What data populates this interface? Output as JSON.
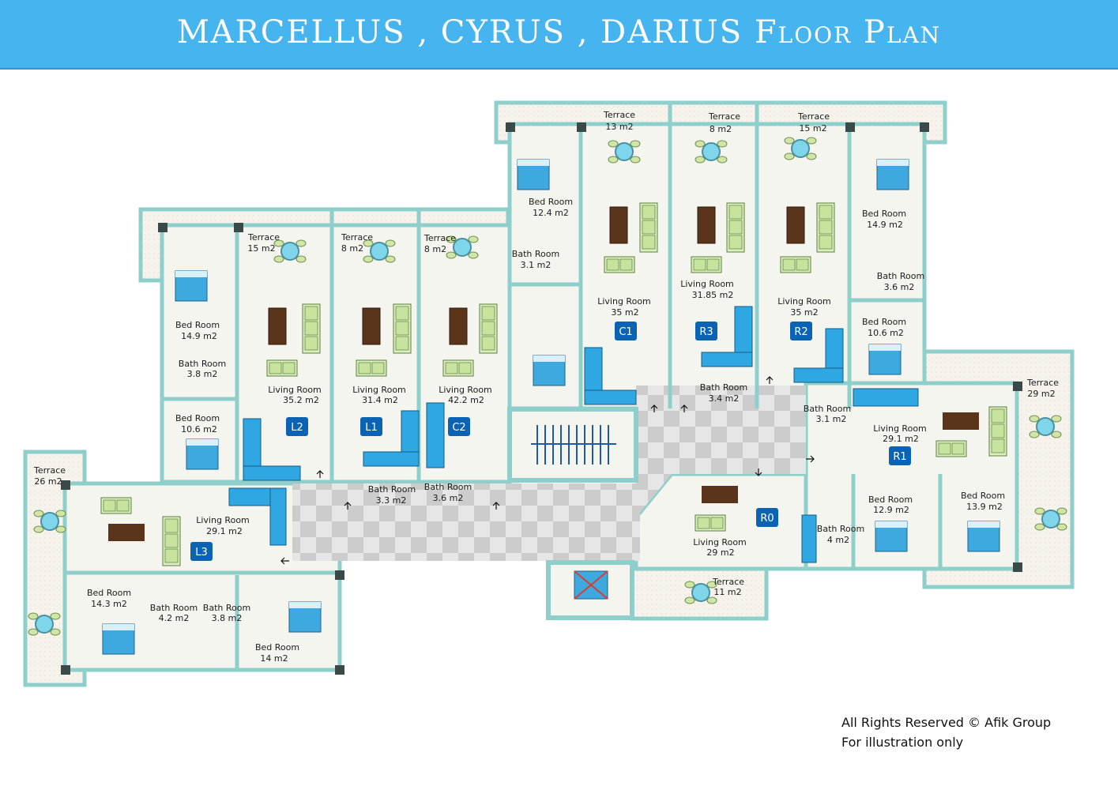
{
  "header": {
    "title": "MARCELLUS , CYRUS , DARIUS Floor Plan"
  },
  "footer": {
    "rights": "All Rights Reserved © Afik Group",
    "note": "For illustration only"
  },
  "colors": {
    "header": "#46b4ef",
    "wall": "#8fcfcb",
    "floor": "#f4f5ef",
    "badge": "#0d63b3",
    "corridor_light": "#e6e6e6",
    "corridor_dark": "#cccccc"
  },
  "units": {
    "C1": "C1",
    "R3": "R3",
    "R2": "R2",
    "L2": "L2",
    "L1": "L1",
    "C2": "C2",
    "R1": "R1",
    "R0": "R0",
    "L3": "L3"
  },
  "rooms": {
    "terrace_c1": {
      "name": "Terrace",
      "area": "13 m2"
    },
    "terrace_r3": {
      "name": "Terrace",
      "area": "8 m2"
    },
    "terrace_r2": {
      "name": "Terrace",
      "area": "15 m2"
    },
    "terrace_l2": {
      "name": "Terrace",
      "area": "15 m2"
    },
    "terrace_l1": {
      "name": "Terrace",
      "area": "8 m2"
    },
    "terrace_c2": {
      "name": "Terrace",
      "area": "8 m2"
    },
    "terrace_r1": {
      "name": "Terrace",
      "area": "29 m2"
    },
    "terrace_l3": {
      "name": "Terrace",
      "area": "26 m2"
    },
    "terrace_r0": {
      "name": "Terrace",
      "area": "11 m2"
    },
    "bed_c1": {
      "name": "Bed Room",
      "area": "12.4 m2"
    },
    "bath_c1": {
      "name": "Bath Room",
      "area": "3.1 m2"
    },
    "living_c1": {
      "name": "Living Room",
      "area": "35  m2"
    },
    "living_r3": {
      "name": "Living Room",
      "area": "31.85 m2"
    },
    "bath_r3": {
      "name": "Bath Room",
      "area": "3.4 m2"
    },
    "living_r2": {
      "name": "Living Room",
      "area": "35 m2"
    },
    "bed_r2_a": {
      "name": "Bed Room",
      "area": "14.9 m2"
    },
    "bath_r2": {
      "name": "Bath Room",
      "area": "3.6 m2"
    },
    "bed_r2_b": {
      "name": "Bed Room",
      "area": "10.6 m2"
    },
    "bed_l2_a": {
      "name": "Bed Room",
      "area": "14.9 m2"
    },
    "bath_l2": {
      "name": "Bath Room",
      "area": "3.8 m2"
    },
    "bed_l2_b": {
      "name": "Bed Room",
      "area": "10.6 m2"
    },
    "living_l2": {
      "name": "Living Room",
      "area": "35.2  m2"
    },
    "living_l1": {
      "name": "Living Room",
      "area": "31.4  m2"
    },
    "bath_l1": {
      "name": "Bath Room",
      "area": "3.3 m2"
    },
    "living_c2": {
      "name": "Living Room",
      "area": "42.2  m2"
    },
    "bath_c2": {
      "name": "Bath Room",
      "area": "3.6 m2"
    },
    "bath_r1": {
      "name": "Bath Room",
      "area": "3.1 m2"
    },
    "living_r1": {
      "name": "Living Room",
      "area": "29.1 m2"
    },
    "bed_r1": {
      "name": "Bed Room",
      "area": "13.9 m2"
    },
    "bed_r0": {
      "name": "Bed Room",
      "area": "12.9 m2"
    },
    "bath_r0": {
      "name": "Bath Room",
      "area": "4 m2"
    },
    "living_r0": {
      "name": "Living Room",
      "area": "29 m2"
    },
    "living_l3": {
      "name": "Living Room",
      "area": "29.1 m2"
    },
    "bed_l3_a": {
      "name": "Bed Room",
      "area": "14.3 m2"
    },
    "bath_l3_a": {
      "name": "Bath Room",
      "area": "4.2 m2"
    },
    "bath_l3_b": {
      "name": "Bath Room",
      "area": "3.8 m2"
    },
    "bed_l3_b": {
      "name": "Bed Room",
      "area": "14 m2"
    }
  }
}
